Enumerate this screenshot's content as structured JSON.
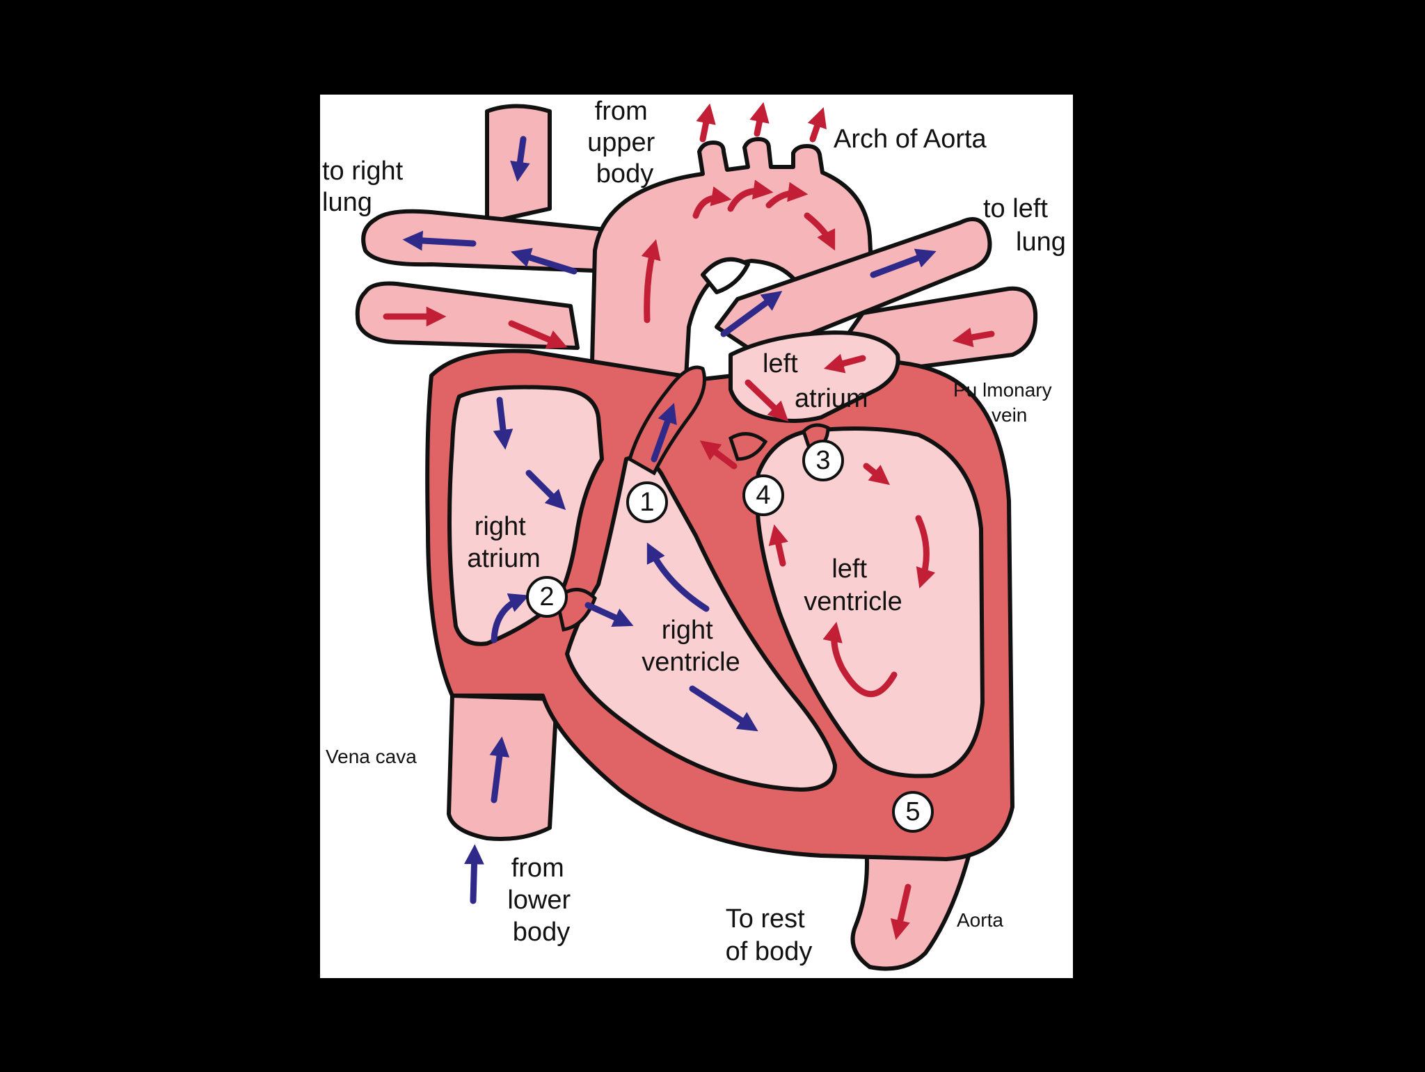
{
  "colors": {
    "background": "#000000",
    "panel": "#ffffff",
    "vessel": "#f6b6b9",
    "vessel_highlight": "#fde5e6",
    "muscle": "#e06466",
    "chamber": "#f9cfd2",
    "outline": "#111111",
    "deoxygenated_arrow": "#2f2a8a",
    "oxygenated_arrow": "#c21f36"
  },
  "labels": {
    "from_upper_body": [
      "from",
      "upper",
      "body"
    ],
    "arch_of_aorta": "Arch of Aorta",
    "to_right_lung": [
      "to right",
      "lung"
    ],
    "to_left_lung": [
      "to left",
      "lung"
    ],
    "left_atrium": [
      "left",
      "atrium"
    ],
    "pulmonary_vein": [
      "Pu lmonary",
      "vein"
    ],
    "right_atrium": [
      "right",
      "atrium"
    ],
    "left_ventricle": [
      "left",
      "ventricle"
    ],
    "right_ventricle": [
      "right",
      "ventricle"
    ],
    "vena_cava": "Vena cava",
    "from_lower_body": [
      "from",
      "lower",
      "body"
    ],
    "to_rest_of_body": [
      "To rest",
      "of body"
    ],
    "aorta": "Aorta"
  },
  "markers": [
    "1",
    "2",
    "3",
    "4",
    "5"
  ]
}
